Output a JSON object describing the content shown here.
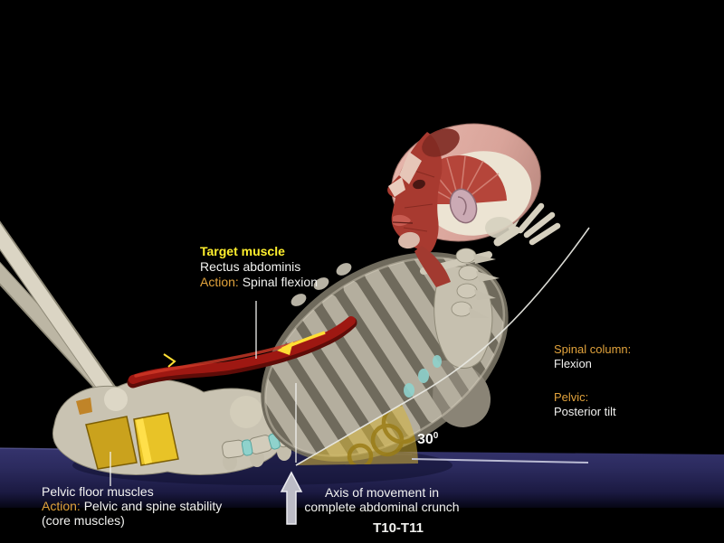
{
  "annotations": {
    "target_muscle": {
      "heading": "Target muscle",
      "muscle": "Rectus abdominis",
      "action_label": "Action:",
      "action_value": "Spinal flexion"
    },
    "spinal_column": {
      "label": "Spinal column:",
      "value": "Flexion"
    },
    "pelvic": {
      "label": "Pelvic:",
      "value": "Posterior tilt"
    },
    "angle": {
      "value": "30",
      "superscript": "0"
    },
    "pelvic_floor": {
      "name": "Pelvic floor muscles",
      "action_label": "Action:",
      "action_value": "Pelvic and spine stability",
      "note": "(core muscles)"
    },
    "axis_of_movement": {
      "line1": "Axis of movement in",
      "line2": "complete abdominal crunch",
      "level": "T10-T11"
    }
  },
  "icons": {
    "axis_arrow": "up-arrow-icon",
    "muscle_direction": "curved-left-arrow-icon"
  },
  "colors": {
    "background": "#000000",
    "floor_blue": "#2e2d63",
    "highlight_yellow": "#ffef2d",
    "label_orange": "#e2a33c",
    "text_white": "#f2f2f0",
    "muscle_red": "#9e1812",
    "pelvic_gold": "#e8c327",
    "bone": "#d2ccbb",
    "disc_cyan": "#8fd2cc",
    "angle_wedge": "#d6b53a"
  }
}
